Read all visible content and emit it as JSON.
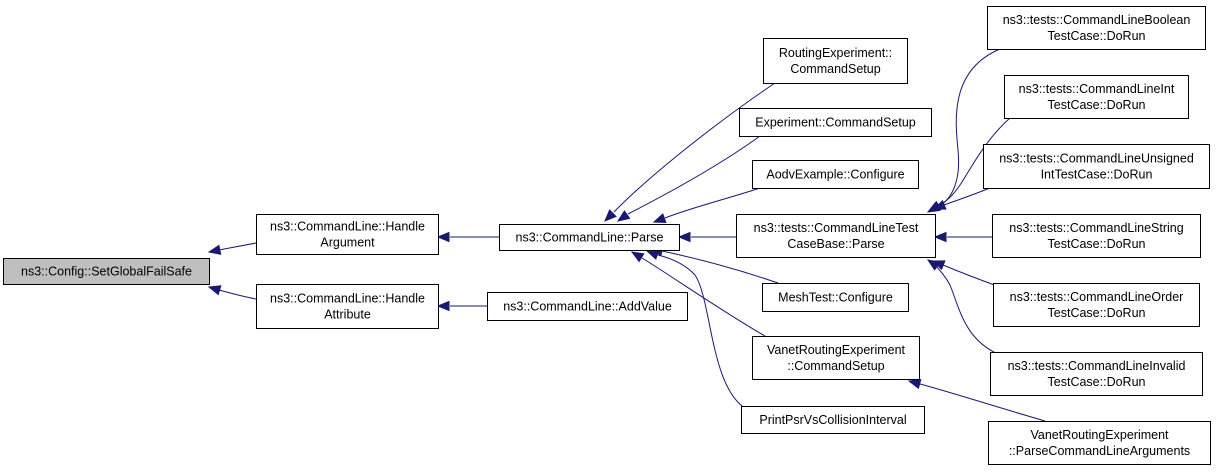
{
  "diagram": {
    "edge_color": "#191970",
    "focus_fill": "#bfbfbf",
    "nodes": [
      {
        "id": "setglobalfailsafe",
        "lines": [
          "ns3::Config::SetGlobalFailSafe"
        ],
        "focus": true
      },
      {
        "id": "handleargument",
        "lines": [
          "ns3::CommandLine::Handle",
          "Argument"
        ]
      },
      {
        "id": "handleattribute",
        "lines": [
          "ns3::CommandLine::Handle",
          "Attribute"
        ]
      },
      {
        "id": "parse",
        "lines": [
          "ns3::CommandLine::Parse"
        ]
      },
      {
        "id": "addvalue",
        "lines": [
          "ns3::CommandLine::AddValue"
        ]
      },
      {
        "id": "routingexperiment-commandsetup",
        "lines": [
          "RoutingExperiment::",
          "CommandSetup"
        ]
      },
      {
        "id": "experiment-commandsetup",
        "lines": [
          "Experiment::CommandSetup"
        ]
      },
      {
        "id": "aodvexample-configure",
        "lines": [
          "AodvExample::Configure"
        ]
      },
      {
        "id": "testcasebase-parse",
        "lines": [
          "ns3::tests::CommandLineTest",
          "CaseBase::Parse"
        ]
      },
      {
        "id": "meshtest-configure",
        "lines": [
          "MeshTest::Configure"
        ]
      },
      {
        "id": "vanet-commandsetup",
        "lines": [
          "VanetRoutingExperiment",
          "::CommandSetup"
        ]
      },
      {
        "id": "printpsrvscollisioninterval",
        "lines": [
          "PrintPsrVsCollisionInterval"
        ]
      },
      {
        "id": "boolean-dorun",
        "lines": [
          "ns3::tests::CommandLineBoolean",
          "TestCase::DoRun"
        ]
      },
      {
        "id": "int-dorun",
        "lines": [
          "ns3::tests::CommandLineInt",
          "TestCase::DoRun"
        ]
      },
      {
        "id": "unsigned-dorun",
        "lines": [
          "ns3::tests::CommandLineUnsigned",
          "IntTestCase::DoRun"
        ]
      },
      {
        "id": "string-dorun",
        "lines": [
          "ns3::tests::CommandLineString",
          "TestCase::DoRun"
        ]
      },
      {
        "id": "order-dorun",
        "lines": [
          "ns3::tests::CommandLineOrder",
          "TestCase::DoRun"
        ]
      },
      {
        "id": "invalid-dorun",
        "lines": [
          "ns3::tests::CommandLineInvalid",
          "TestCase::DoRun"
        ]
      },
      {
        "id": "vanet-parsecommandlinearguments",
        "lines": [
          "VanetRoutingExperiment",
          "::ParseCommandLineArguments"
        ]
      }
    ],
    "edges": [
      {
        "from": "handleargument",
        "to": "setglobalfailsafe"
      },
      {
        "from": "handleattribute",
        "to": "setglobalfailsafe"
      },
      {
        "from": "parse",
        "to": "handleargument"
      },
      {
        "from": "addvalue",
        "to": "handleattribute"
      },
      {
        "from": "routingexperiment-commandsetup",
        "to": "parse"
      },
      {
        "from": "experiment-commandsetup",
        "to": "parse"
      },
      {
        "from": "aodvexample-configure",
        "to": "parse"
      },
      {
        "from": "testcasebase-parse",
        "to": "parse"
      },
      {
        "from": "meshtest-configure",
        "to": "parse"
      },
      {
        "from": "vanet-commandsetup",
        "to": "parse"
      },
      {
        "from": "printpsrvscollisioninterval",
        "to": "parse"
      },
      {
        "from": "boolean-dorun",
        "to": "testcasebase-parse"
      },
      {
        "from": "int-dorun",
        "to": "testcasebase-parse"
      },
      {
        "from": "unsigned-dorun",
        "to": "testcasebase-parse"
      },
      {
        "from": "string-dorun",
        "to": "testcasebase-parse"
      },
      {
        "from": "order-dorun",
        "to": "testcasebase-parse"
      },
      {
        "from": "invalid-dorun",
        "to": "testcasebase-parse"
      },
      {
        "from": "vanet-parsecommandlinearguments",
        "to": "vanet-commandsetup"
      }
    ]
  }
}
